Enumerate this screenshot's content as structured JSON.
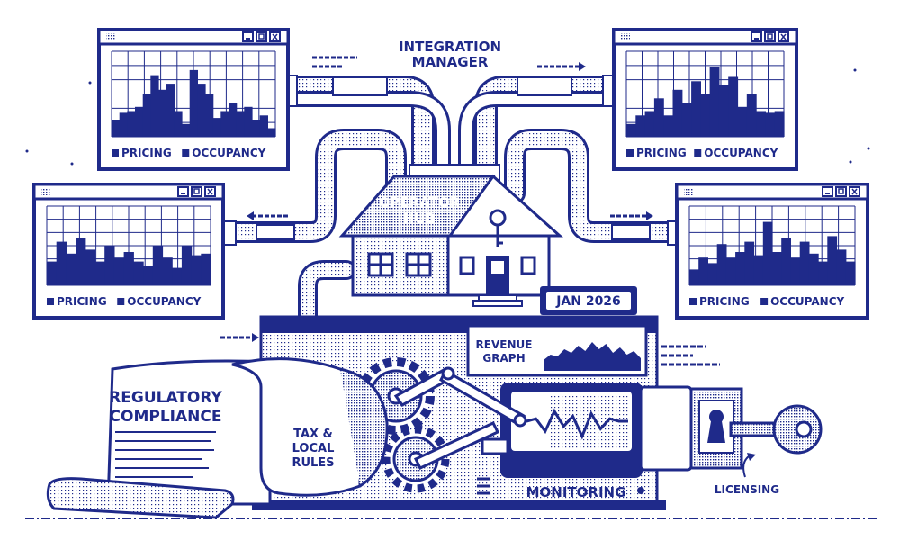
{
  "colors": {
    "ink": "#1f2a8a",
    "paper": "#ffffff",
    "grid": "#1f2a8a"
  },
  "header": {
    "line1": "INTEGRATION",
    "line2": "MANAGER"
  },
  "hub": {
    "line1": "OPERATOR",
    "line2": "HUB",
    "icon": "key-icon"
  },
  "date_badge": "JAN 2026",
  "revenue": {
    "line1": "REVENUE",
    "line2": "GRAPH"
  },
  "compliance": {
    "line1": "REGULATORY",
    "line2": "COMPLIANCE"
  },
  "tax": {
    "line1": "TAX &",
    "line2": "LOCAL",
    "line3": "RULES"
  },
  "monitoring": "MONITORING",
  "licensing": "LICENSING",
  "windows": [
    {
      "id": "top-left",
      "legend_pricing": "PRICING",
      "legend_occupancy": "OCCUPANCY",
      "bars": [
        0.2,
        0.28,
        0.3,
        0.35,
        0.5,
        0.72,
        0.55,
        0.62,
        0.3,
        0.15,
        0.78,
        0.62,
        0.5,
        0.22,
        0.3,
        0.4,
        0.3,
        0.35,
        0.2,
        0.25,
        0.1
      ]
    },
    {
      "id": "top-right",
      "legend_pricing": "PRICING",
      "legend_occupancy": "OCCUPANCY",
      "bars": [
        0.15,
        0.25,
        0.3,
        0.45,
        0.25,
        0.55,
        0.4,
        0.65,
        0.5,
        0.82,
        0.6,
        0.7,
        0.35,
        0.5,
        0.3,
        0.28,
        0.3
      ]
    },
    {
      "id": "mid-left",
      "legend_pricing": "PRICING",
      "legend_occupancy": "OCCUPANCY",
      "bars": [
        0.3,
        0.55,
        0.4,
        0.6,
        0.45,
        0.3,
        0.5,
        0.35,
        0.42,
        0.3,
        0.25,
        0.5,
        0.35,
        0.22,
        0.5,
        0.38,
        0.4
      ]
    },
    {
      "id": "mid-right",
      "legend_pricing": "PRICING",
      "legend_occupancy": "OCCUPANCY",
      "bars": [
        0.2,
        0.35,
        0.28,
        0.52,
        0.35,
        0.42,
        0.55,
        0.38,
        0.8,
        0.42,
        0.6,
        0.35,
        0.55,
        0.4,
        0.3,
        0.62,
        0.45,
        0.3
      ]
    }
  ],
  "revenue_line": [
    0.3,
    0.45,
    0.4,
    0.6,
    0.5,
    0.7,
    0.55,
    0.8,
    0.6,
    0.75,
    0.5,
    0.65,
    0.45,
    0.55,
    0.35
  ],
  "monitor_line": [
    0.5,
    0.5,
    0.55,
    0.3,
    0.7,
    0.4,
    0.6,
    0.2,
    0.65,
    0.35,
    0.55,
    0.5,
    0.5
  ]
}
